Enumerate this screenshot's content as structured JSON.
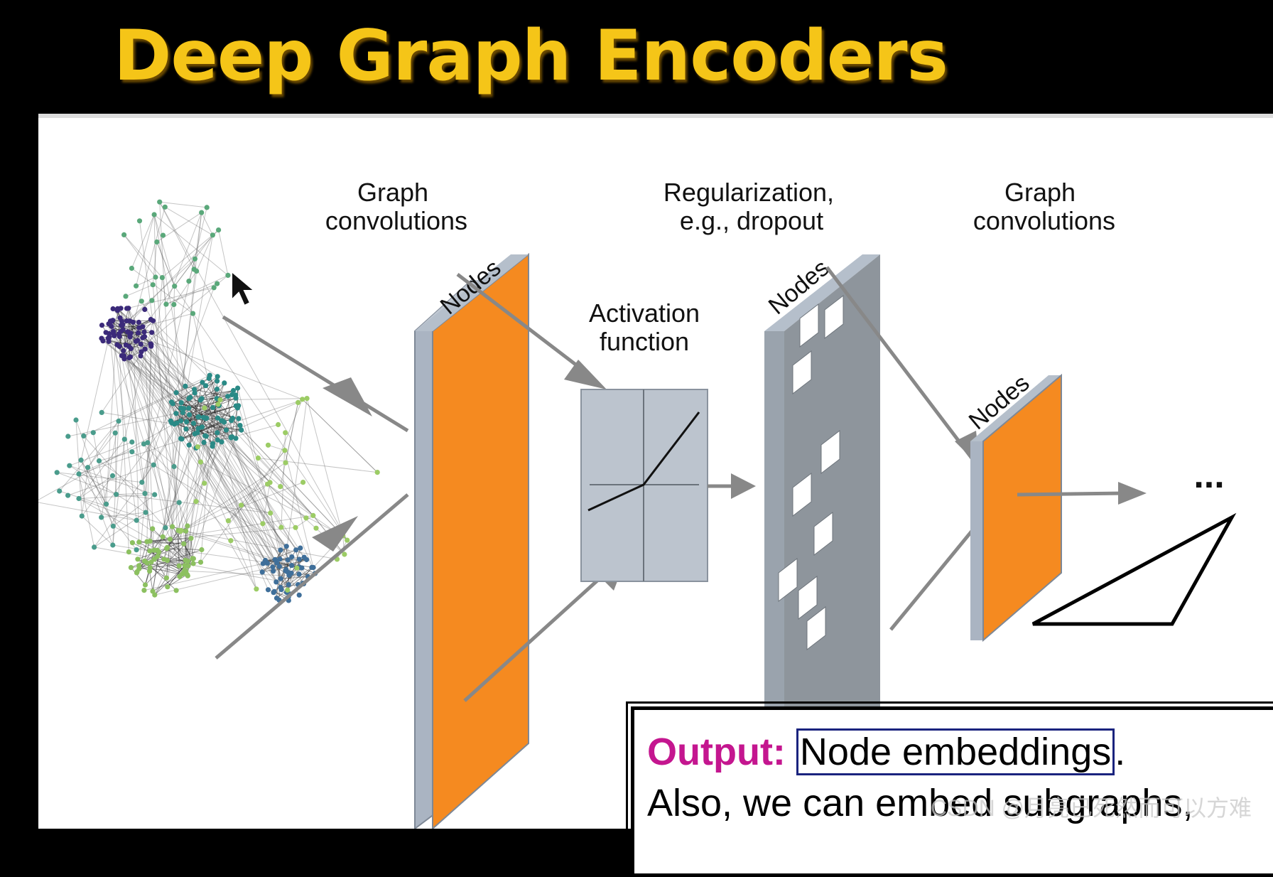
{
  "title": "Deep Graph Encoders",
  "labels": {
    "graph_conv_1_line1": "Graph",
    "graph_conv_1_line2": "convolutions",
    "regularization_line1": "Regularization,",
    "regularization_line2": "e.g., dropout",
    "graph_conv_2_line1": "Graph",
    "graph_conv_2_line2": "convolutions",
    "activation_line1": "Activation",
    "activation_line2": "function",
    "nodes_1": "Nodes",
    "nodes_2": "Nodes",
    "nodes_3": "Nodes",
    "ellipsis": "..."
  },
  "callout": {
    "output_label": "Output:",
    "output_text": "Node embeddings",
    "output_period": ".",
    "line2": "Also, we can embed subgraphs,"
  },
  "watermark": "CSDN @月亮已死然而可以方难",
  "colors": {
    "title": "#f5c518",
    "layer_orange": "#f58a20",
    "layer_gray": "#8e959c",
    "output_label": "#c4168f"
  }
}
